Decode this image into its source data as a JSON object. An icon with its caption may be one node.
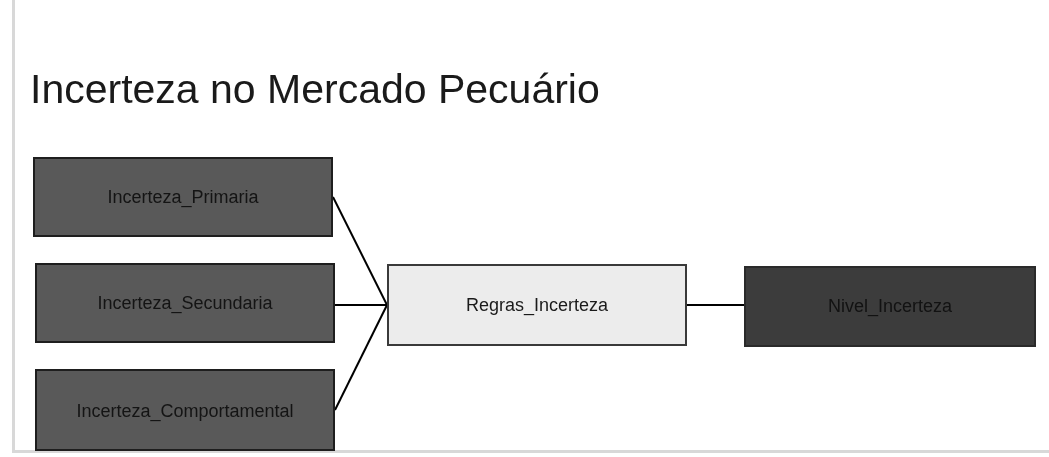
{
  "diagram": {
    "title": "Incerteza no Mercado Pecuário",
    "nodes": [
      {
        "text": [
          "Incerteza_Primaria"
        ]
      },
      {
        "text": [
          "Incerteza_Secundaria"
        ]
      },
      {
        "text": [
          "Incerteza_Comportamental"
        ]
      },
      {
        "text": [
          "Regras_Incerteza"
        ]
      },
      {
        "text": [
          "Nivel_Incerteza"
        ]
      }
    ],
    "edges": [
      {
        "from": 0,
        "to": 3,
        "arrow": "none"
      },
      {
        "from": 1,
        "to": 3,
        "arrow": "none"
      },
      {
        "from": 2,
        "to": 3,
        "arrow": "none"
      },
      {
        "from": 3,
        "to": 4,
        "arrow": "none"
      }
    ]
  }
}
